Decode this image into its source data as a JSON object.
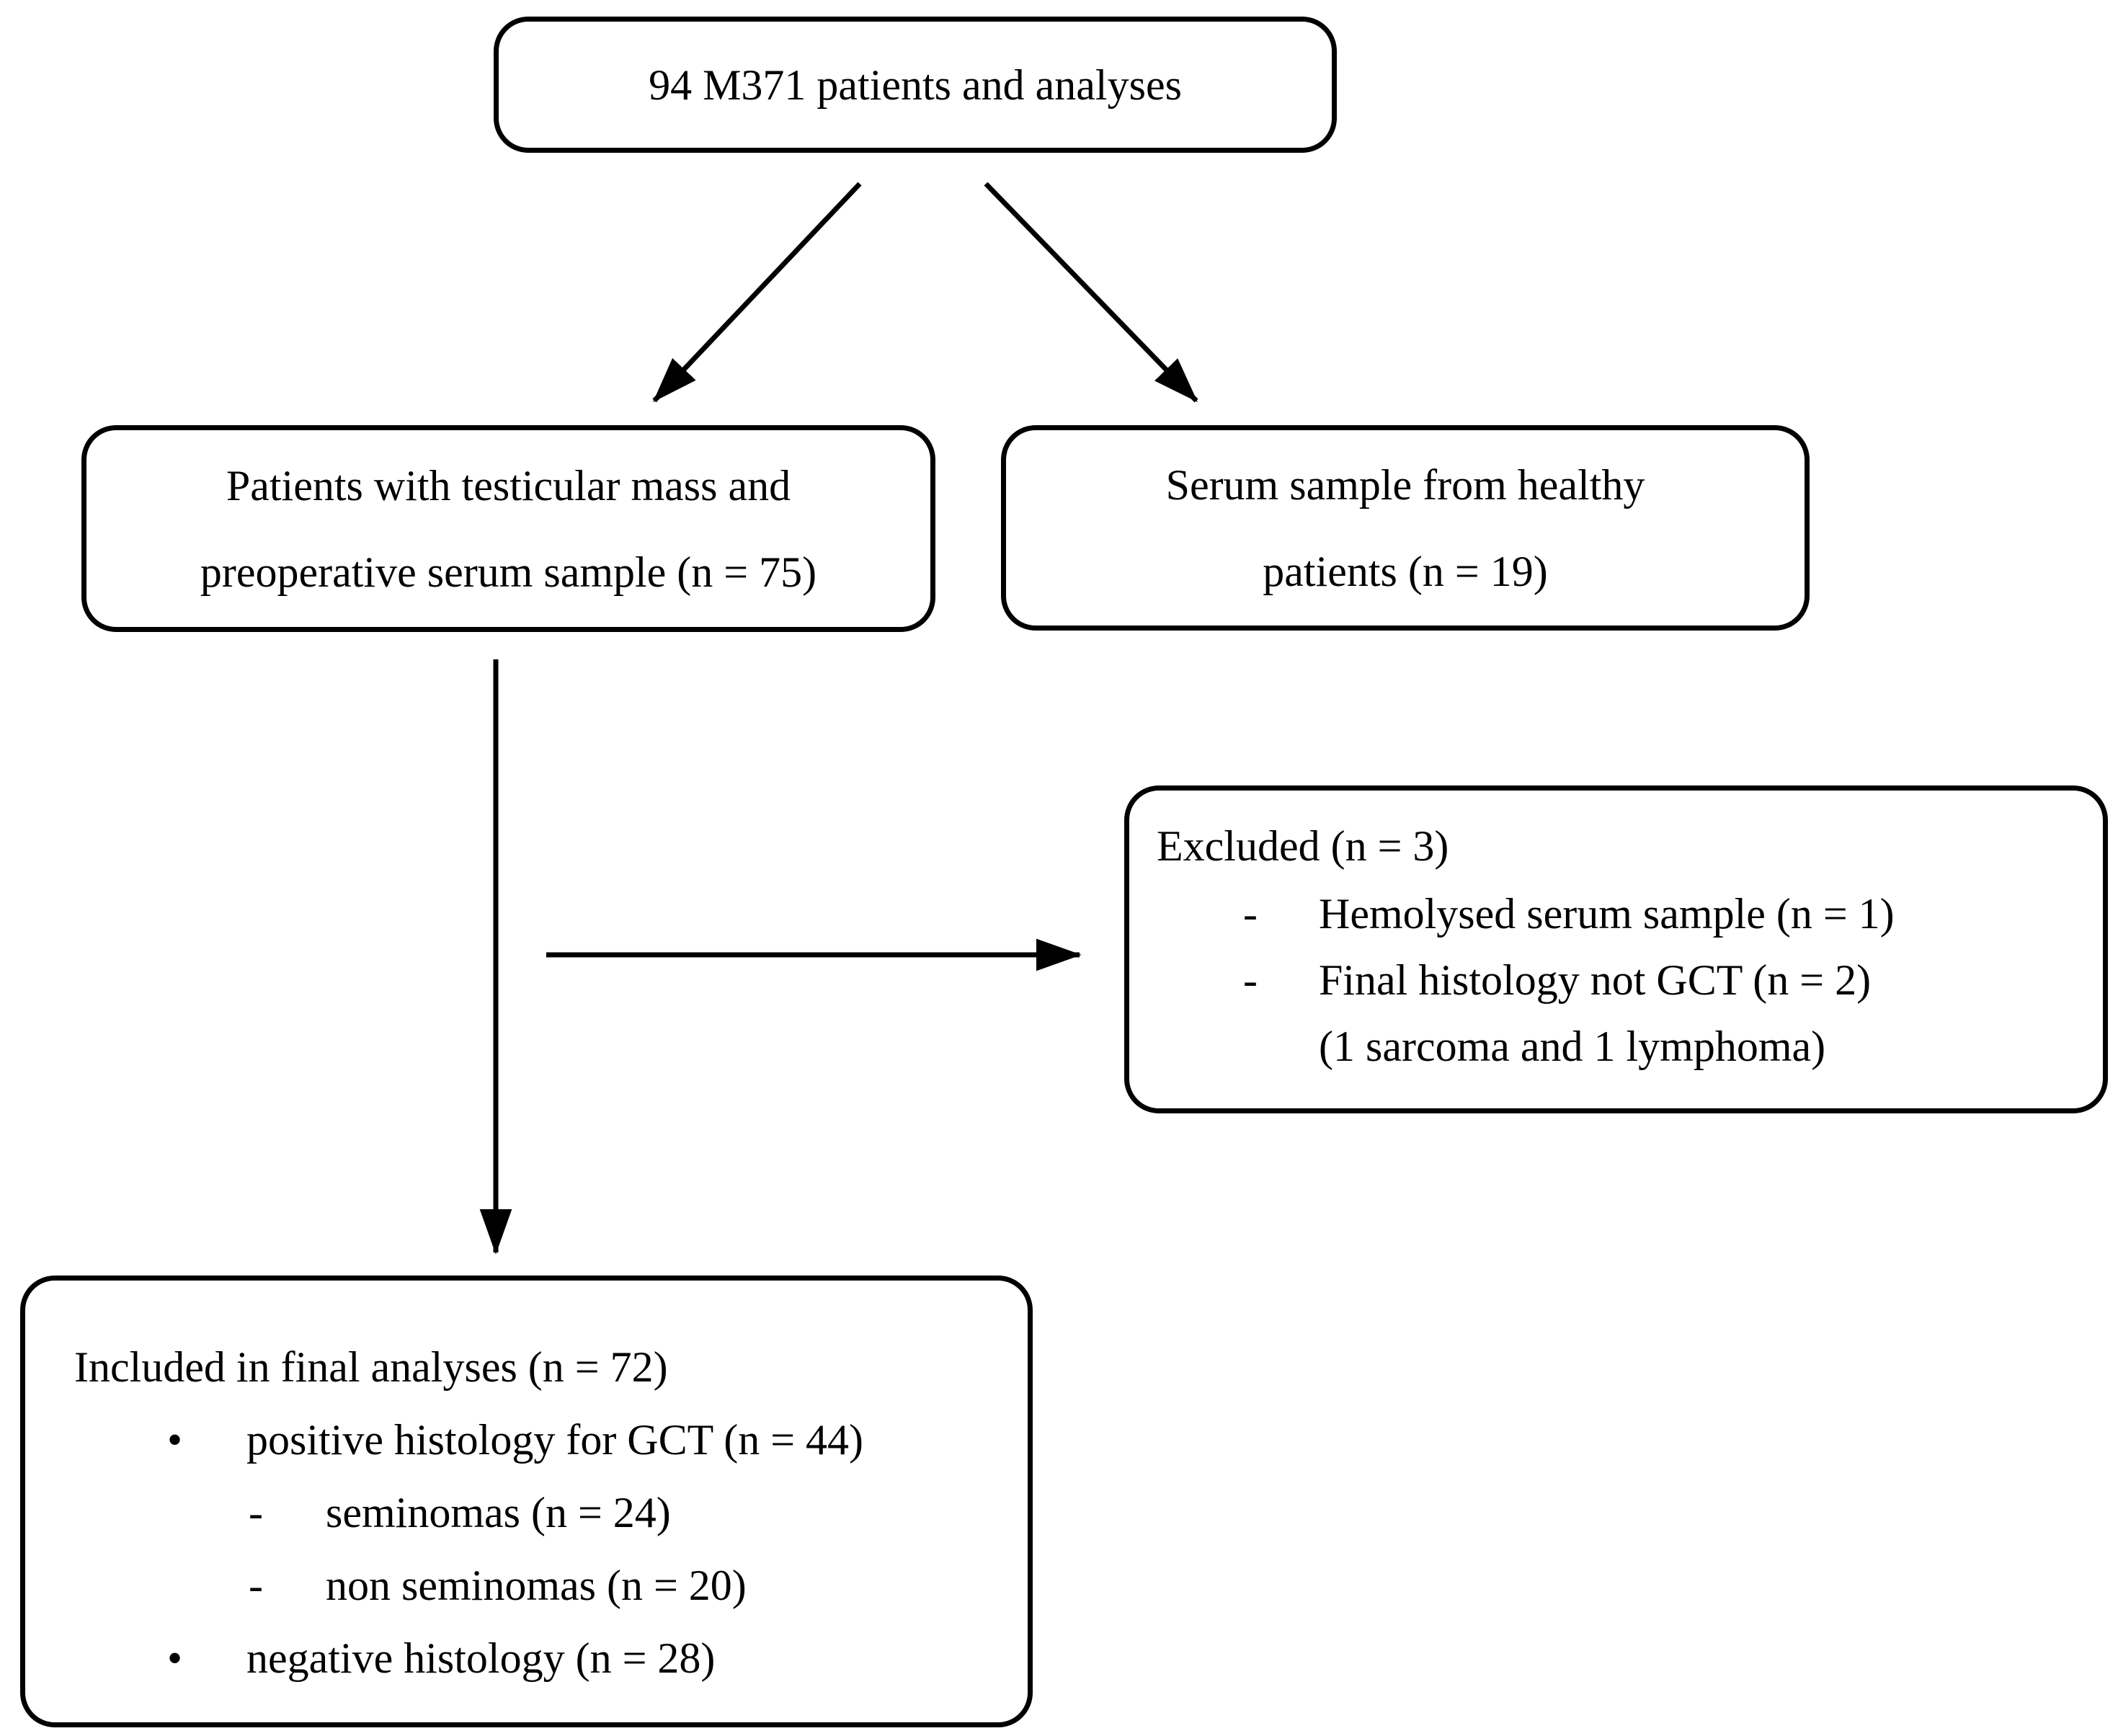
{
  "canvas": {
    "background": "#ffffff",
    "ink": "#000000"
  },
  "nodes": {
    "root": {
      "label": "94 M371 patients and analyses"
    },
    "testicular_mass": {
      "line1": "Patients with testicular mass and",
      "line2": "preoperative serum sample (n = 75)"
    },
    "healthy_serum": {
      "line1": "Serum sample from healthy",
      "line2": "patients (n = 19)"
    },
    "excluded": {
      "title": "Excluded (n = 3)",
      "items": [
        {
          "marker": "-",
          "text": "Hemolysed serum sample (n = 1)"
        },
        {
          "marker": "-",
          "text": "Final histology not GCT (n = 2)"
        }
      ],
      "note": "(1 sarcoma and 1 lymphoma)"
    },
    "included": {
      "title": "Included in final analyses (n = 72)",
      "items": [
        {
          "marker": "•",
          "text": "positive histology for GCT (n = 44)"
        },
        {
          "marker": "-",
          "text": "seminomas (n = 24)"
        },
        {
          "marker": "-",
          "text": "non seminomas (n = 20)"
        },
        {
          "marker": "•",
          "text": "negative histology (n = 28)"
        }
      ]
    }
  }
}
